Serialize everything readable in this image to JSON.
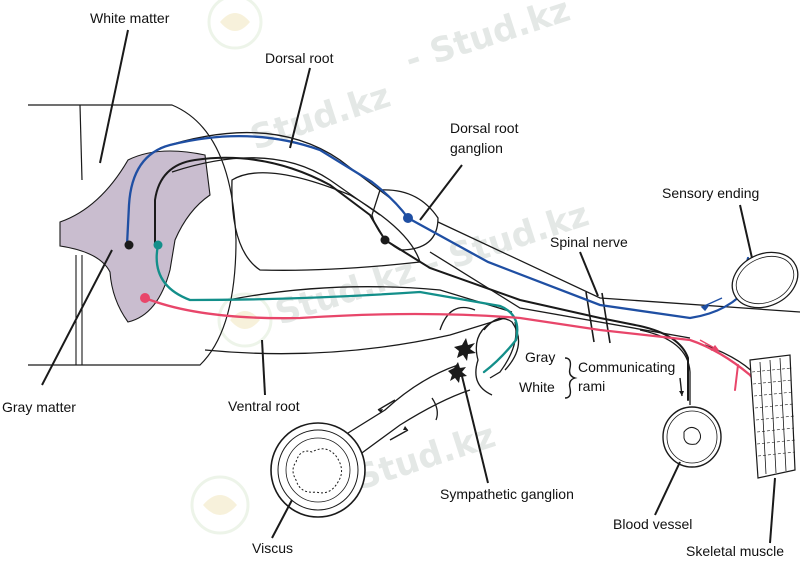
{
  "labels": {
    "white_matter": "White matter",
    "dorsal_root": "Dorsal root",
    "dorsal_root_ganglion_1": "Dorsal root",
    "dorsal_root_ganglion_2": "ganglion",
    "sensory_ending": "Sensory ending",
    "spinal_nerve": "Spinal nerve",
    "gray_ramus": "Gray",
    "white_ramus": "White",
    "communicating": "Communicating",
    "rami": "rami",
    "gray_matter": "Gray matter",
    "ventral_root": "Ventral root",
    "sympathetic_ganglion": "Sympathetic ganglion",
    "blood_vessel": "Blood vessel",
    "viscus": "Viscus",
    "skeletal_muscle": "Skeletal muscle"
  },
  "watermark": {
    "text_1": "- Stud.kz",
    "text_2": "Stud.kz",
    "text_3": "Stud.kz - Stud.kz",
    "text_4": "Stud.kz"
  },
  "colors": {
    "sensory_pathway": "#1f4fa3",
    "motor_pathway": "#e8466a",
    "preganglionic_pathway": "#138f8a",
    "outline": "#1a1a1a",
    "gray_matter_fill": "#c9bdcf",
    "ganglion_fill": "#ffffff"
  }
}
